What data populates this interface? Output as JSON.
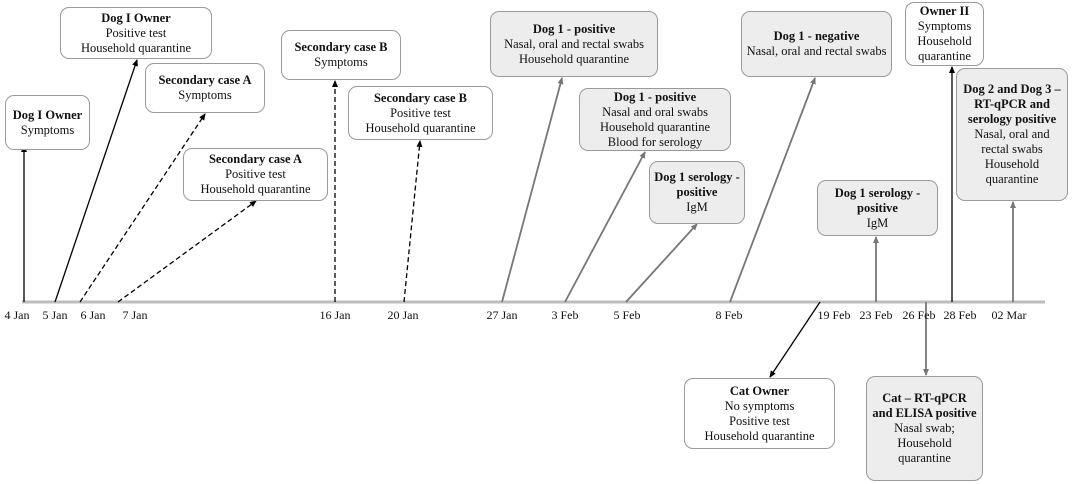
{
  "diagram": {
    "dates": [
      "4 Jan",
      "5 Jan",
      "6 Jan",
      "7 Jan",
      "16 Jan",
      "20 Jan",
      "27 Jan",
      "3 Feb",
      "5 Feb",
      "8 Feb",
      "19 Feb",
      "23 Feb",
      "26 Feb",
      "28 Feb",
      "02 Mar"
    ],
    "events": [
      {
        "title": "Dog I Owner",
        "lines": [
          "Symptoms"
        ]
      },
      {
        "title": "Dog I Owner",
        "lines": [
          "Positive  test",
          "Household  quarantine"
        ]
      },
      {
        "title": "Secondary case A",
        "lines": [
          "Symptoms"
        ]
      },
      {
        "title": "Secondary case A",
        "lines": [
          "Positive  test",
          "Household  quarantine"
        ]
      },
      {
        "title": "Secondary case B",
        "lines": [
          "Symptoms"
        ]
      },
      {
        "title": "Secondary case B",
        "lines": [
          "Positive  test",
          "Household  quarantine"
        ]
      },
      {
        "title": "Dog 1 - positive",
        "lines": [
          "Nasal, oral and rectal swabs",
          "Household  quarantine"
        ]
      },
      {
        "title": "Dog 1 - positive",
        "lines": [
          "Nasal and oral swabs",
          "Household  quarantine",
          "Blood for serology"
        ]
      },
      {
        "title": "Dog 1 serology - positive",
        "lines": [
          "IgM"
        ]
      },
      {
        "title": "Dog 1 - negative",
        "lines": [
          "Nasal, oral and rectal swabs"
        ]
      },
      {
        "title": "Dog 1 serology - positive",
        "lines": [
          "IgM"
        ]
      },
      {
        "title": "Owner II",
        "lines": [
          "Symptoms",
          "Household quarantine"
        ]
      },
      {
        "title": "Dog 2 and Dog 3 – RT-qPCR and serology positive",
        "lines": [
          "Nasal, oral and rectal swabs",
          "Household quarantine"
        ]
      },
      {
        "title": "Cat Owner",
        "lines": [
          "No symptoms",
          "Positive  test",
          "Household  quarantine"
        ]
      },
      {
        "title": "Cat – RT-qPCR and ELISA positive",
        "lines": [
          "Nasal swab;",
          "Household quarantine"
        ]
      }
    ]
  }
}
